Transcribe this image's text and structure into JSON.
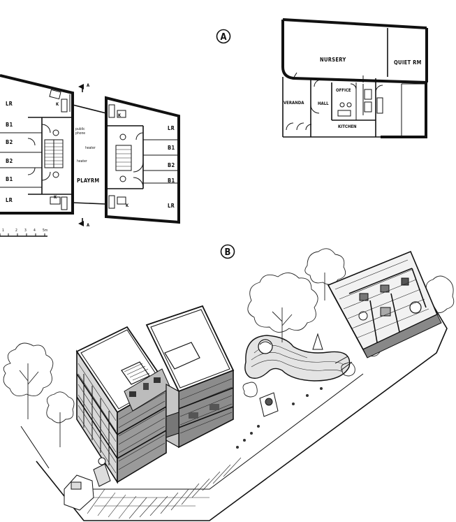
{
  "figure_markers": {
    "a": "A",
    "b": "B"
  },
  "plan_left": {
    "left_block": {
      "lr_top": "LR",
      "b1_top": "B1",
      "b2_top": "B2",
      "b2_bottom": "B2",
      "b1_bottom": "B1",
      "lr_bottom": "LR",
      "k_top": "K",
      "k_bottom": "K"
    },
    "right_block": {
      "k_top": "K",
      "lr_top": "LR",
      "b1_top": "B1",
      "b2": "B2",
      "b1_bottom": "B1",
      "lr_bottom": "LR",
      "k_bottom": "K"
    },
    "labels": {
      "public_phone_1": "public",
      "public_phone_2": "phone",
      "heater_upper": "heater",
      "heater_lower": "heater",
      "playrm": "PLAYRM"
    },
    "section_marks": {
      "top": "A",
      "bottom": "A"
    },
    "scale_ticks": [
      "1",
      "2",
      "3",
      "4",
      "5m"
    ]
  },
  "plan_right": {
    "nursery": "NURSERY",
    "quiet_rm": "QUIET RM",
    "office": "OFFICE",
    "veranda": "VERANDA",
    "hall": "HALL",
    "kitchen": "KITCHEN"
  }
}
